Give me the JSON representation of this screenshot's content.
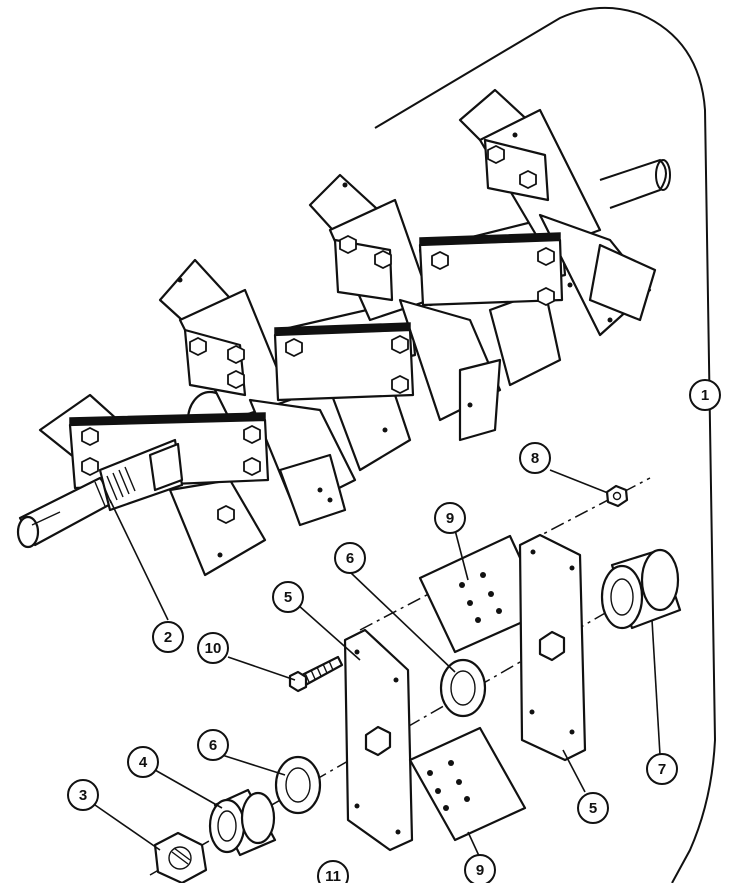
{
  "callouts": [
    {
      "id": "1",
      "part": "reel assembly"
    },
    {
      "id": "2",
      "part": "shaft"
    },
    {
      "id": "3",
      "part": "nut"
    },
    {
      "id": "4",
      "part": "spacer"
    },
    {
      "id": "5",
      "part": "mounting plate"
    },
    {
      "id": "5",
      "part": "mounting plate"
    },
    {
      "id": "6",
      "part": "washer"
    },
    {
      "id": "6",
      "part": "washer"
    },
    {
      "id": "7",
      "part": "spacer"
    },
    {
      "id": "8",
      "part": "nut"
    },
    {
      "id": "9",
      "part": "tine plate"
    },
    {
      "id": "9",
      "part": "tine plate"
    },
    {
      "id": "10",
      "part": "bolt"
    },
    {
      "id": "11",
      "part": "bearing"
    }
  ]
}
